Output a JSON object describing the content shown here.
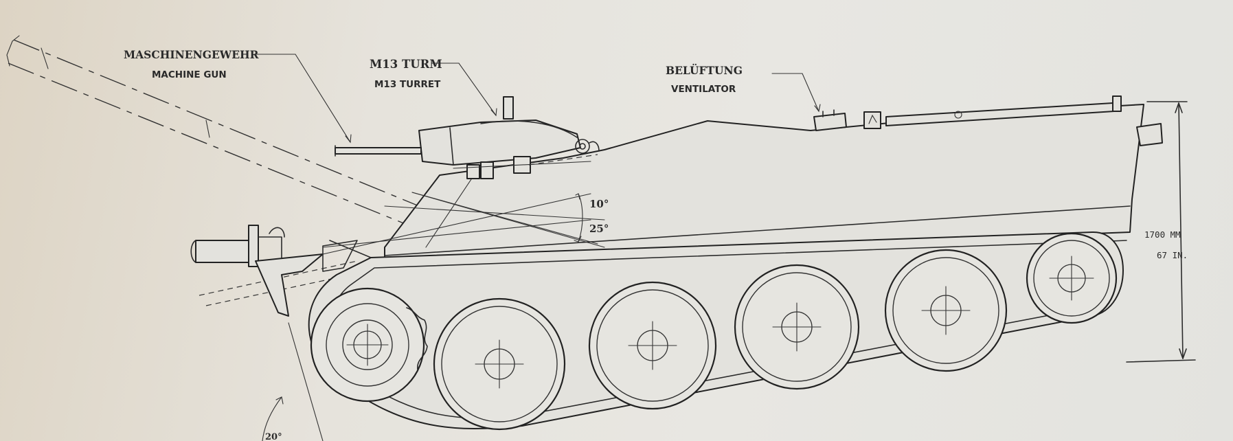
{
  "labels": {
    "machine_gun_de": "MASCHINENGEWEHR",
    "machine_gun_en": "MACHINE GUN",
    "turret_de": "M13 TURM",
    "turret_en": "M13 TURRET",
    "ventilator_de": "BELÜFTUNG",
    "ventilator_en": "VENTILATOR",
    "angle_elevation": "10°",
    "angle_depression": "25°",
    "height_mm": "1700 MM",
    "height_in": "67 IN.",
    "front_angle": "20°"
  },
  "colors": {
    "paper": "#e4e2dc",
    "ink": "#2b2b2b"
  }
}
